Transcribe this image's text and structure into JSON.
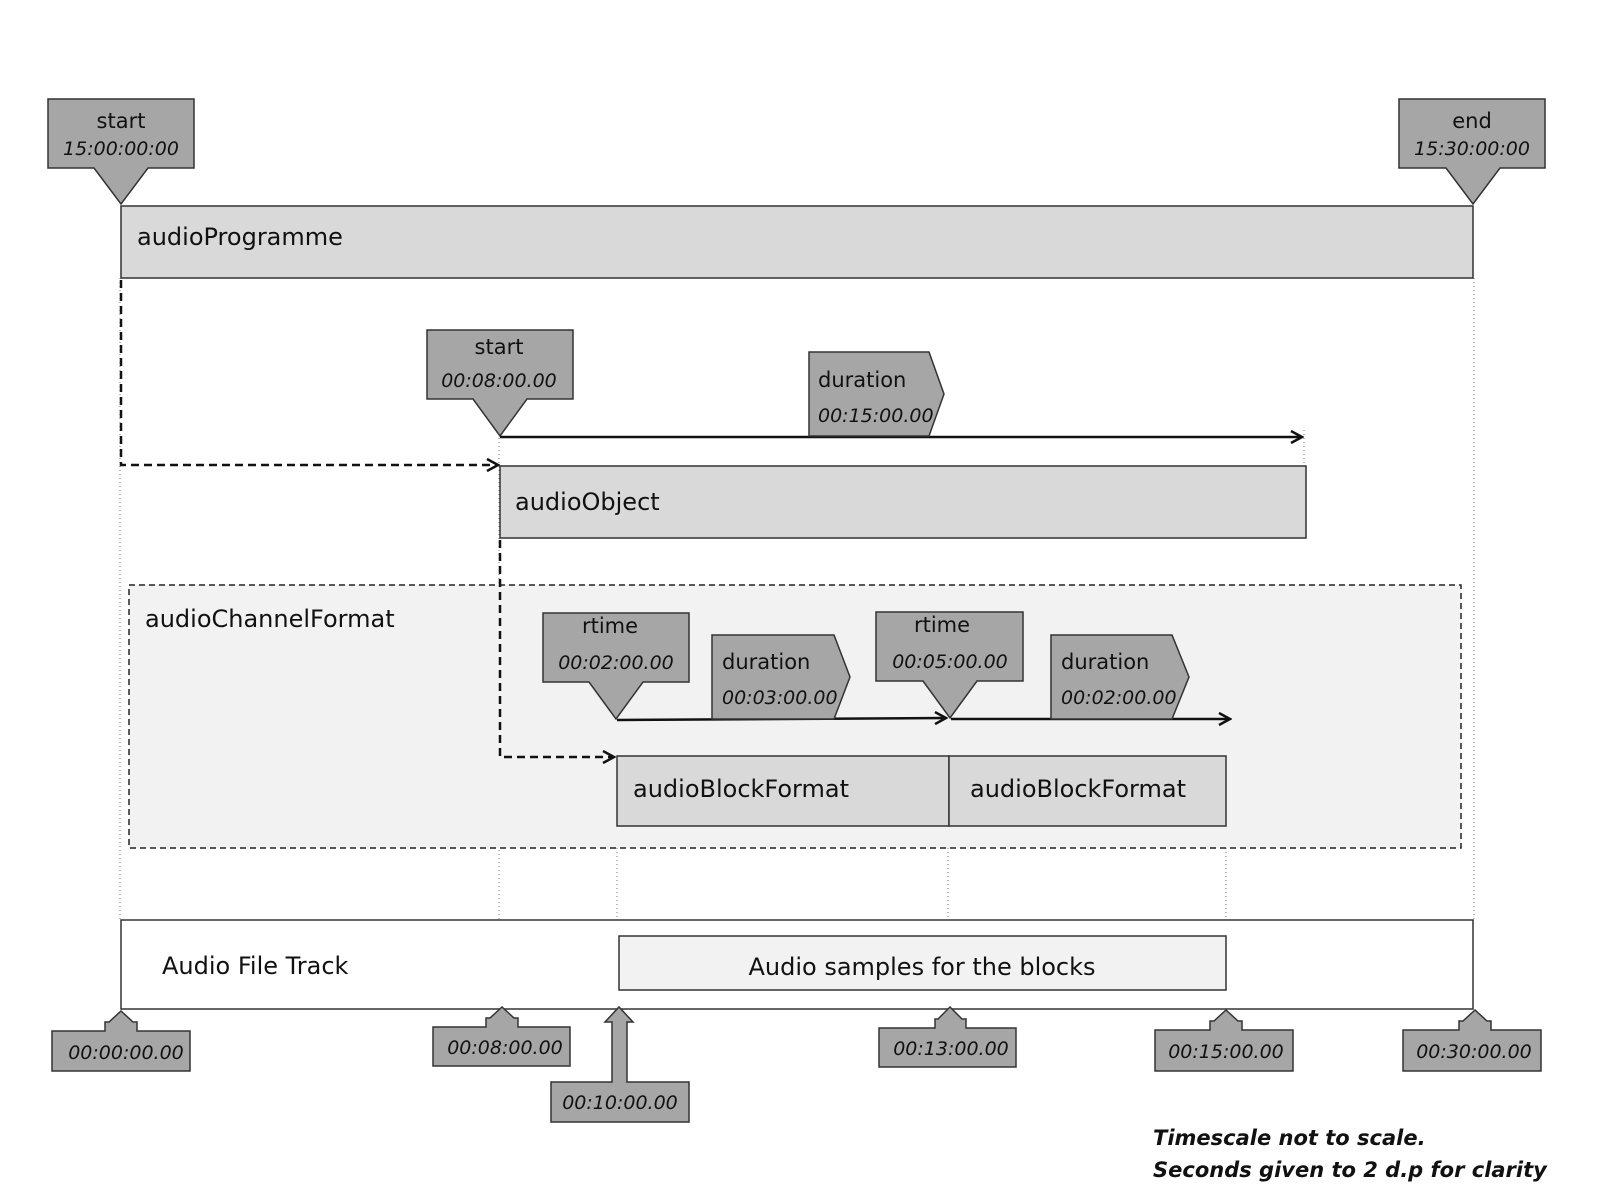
{
  "colors": {
    "tag_fill": "#a6a6a6",
    "box_fill": "#d9d9d9",
    "region_fill": "#f2f2f2",
    "track_fill": "#ffffff",
    "stroke": "#333333"
  },
  "programme": {
    "label": "audioProgramme",
    "start": {
      "title": "start",
      "value": "15:00:00:00"
    },
    "end": {
      "title": "end",
      "value": "15:30:00:00"
    }
  },
  "object": {
    "label": "audioObject",
    "start": {
      "title": "start",
      "value": "00:08:00.00"
    },
    "duration": {
      "title": "duration",
      "value": "00:15:00.00"
    }
  },
  "channel_format": {
    "label": "audioChannelFormat",
    "blocks": [
      {
        "label": "audioBlockFormat",
        "rtime": {
          "title": "rtime",
          "value": "00:02:00.00"
        },
        "duration": {
          "title": "duration",
          "value": "00:03:00.00"
        }
      },
      {
        "label": "audioBlockFormat",
        "rtime": {
          "title": "rtime",
          "value": "00:05:00.00"
        },
        "duration": {
          "title": "duration",
          "value": "00:02:00.00"
        }
      }
    ]
  },
  "track": {
    "label": "Audio File Track",
    "samples_label": "Audio samples for the blocks"
  },
  "timecodes": [
    "00:00:00.00",
    "00:08:00.00",
    "00:10:00.00",
    "00:13:00.00",
    "00:15:00.00",
    "00:30:00.00"
  ],
  "notes": [
    "Timescale not to scale.",
    "Seconds given to 2 d.p for clarity"
  ]
}
